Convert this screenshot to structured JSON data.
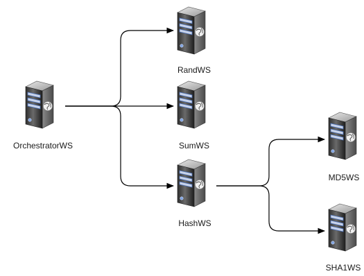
{
  "diagram": {
    "nodes": [
      {
        "id": "orchestrator",
        "label": "OrchestratorWS",
        "icon": "server-icon"
      },
      {
        "id": "rand",
        "label": "RandWS",
        "icon": "server-icon"
      },
      {
        "id": "sum",
        "label": "SumWS",
        "icon": "server-icon"
      },
      {
        "id": "hash",
        "label": "HashWS",
        "icon": "server-icon"
      },
      {
        "id": "md5",
        "label": "MD5WS",
        "icon": "server-icon"
      },
      {
        "id": "sha1",
        "label": "SHA1WS",
        "icon": "server-icon"
      }
    ],
    "edges": [
      {
        "from": "orchestrator",
        "to": "rand"
      },
      {
        "from": "orchestrator",
        "to": "sum"
      },
      {
        "from": "orchestrator",
        "to": "hash"
      },
      {
        "from": "hash",
        "to": "md5"
      },
      {
        "from": "hash",
        "to": "sha1"
      }
    ],
    "colors": {
      "server_dark": "#3a3a3a",
      "server_light": "#bfbfbf",
      "drive_blue": "#4a6fb5",
      "edge": "#000000"
    }
  }
}
